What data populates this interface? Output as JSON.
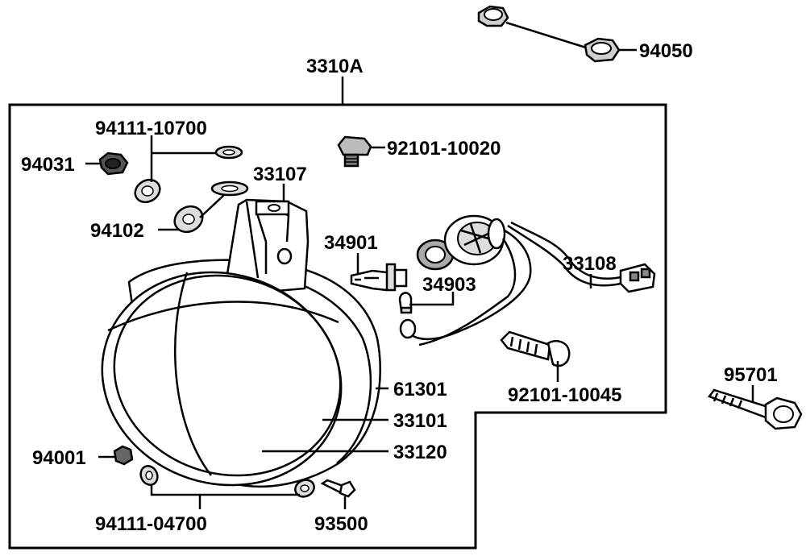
{
  "diagram": {
    "assembly_label": "3310A",
    "labels": {
      "p94050": "94050",
      "p94111_10700": "94111-10700",
      "p94031": "94031",
      "p92101_10020": "92101-10020",
      "p33107": "33107",
      "p94102": "94102",
      "p34901": "34901",
      "p34903": "34903",
      "p33108": "33108",
      "p92101_10045": "92101-10045",
      "p95701": "95701",
      "p61301": "61301",
      "p33101": "33101",
      "p33120": "33120",
      "p94001": "94001",
      "p94111_04700": "94111-04700",
      "p93500": "93500"
    }
  }
}
